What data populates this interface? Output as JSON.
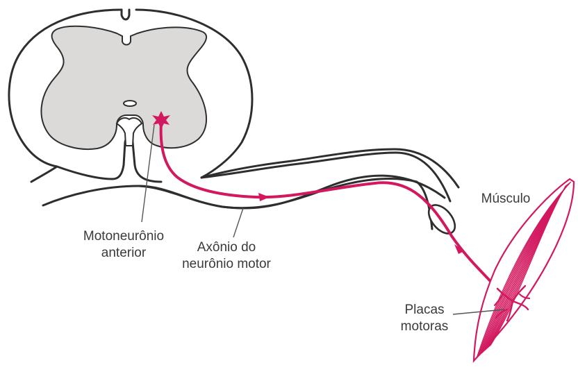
{
  "labels": {
    "motoneuron_line1": "Motoneurônio",
    "motoneuron_line2": "anterior",
    "axon_line1": "Axônio do",
    "axon_line2": "neurônio motor",
    "muscle": "Músculo",
    "plates_line1": "Placas",
    "plates_line2": "motoras"
  },
  "colors": {
    "neuron": "#d2185f",
    "outline": "#2e2e2e",
    "gray_matter": "#dcdad8",
    "text": "#3a3a3a"
  }
}
